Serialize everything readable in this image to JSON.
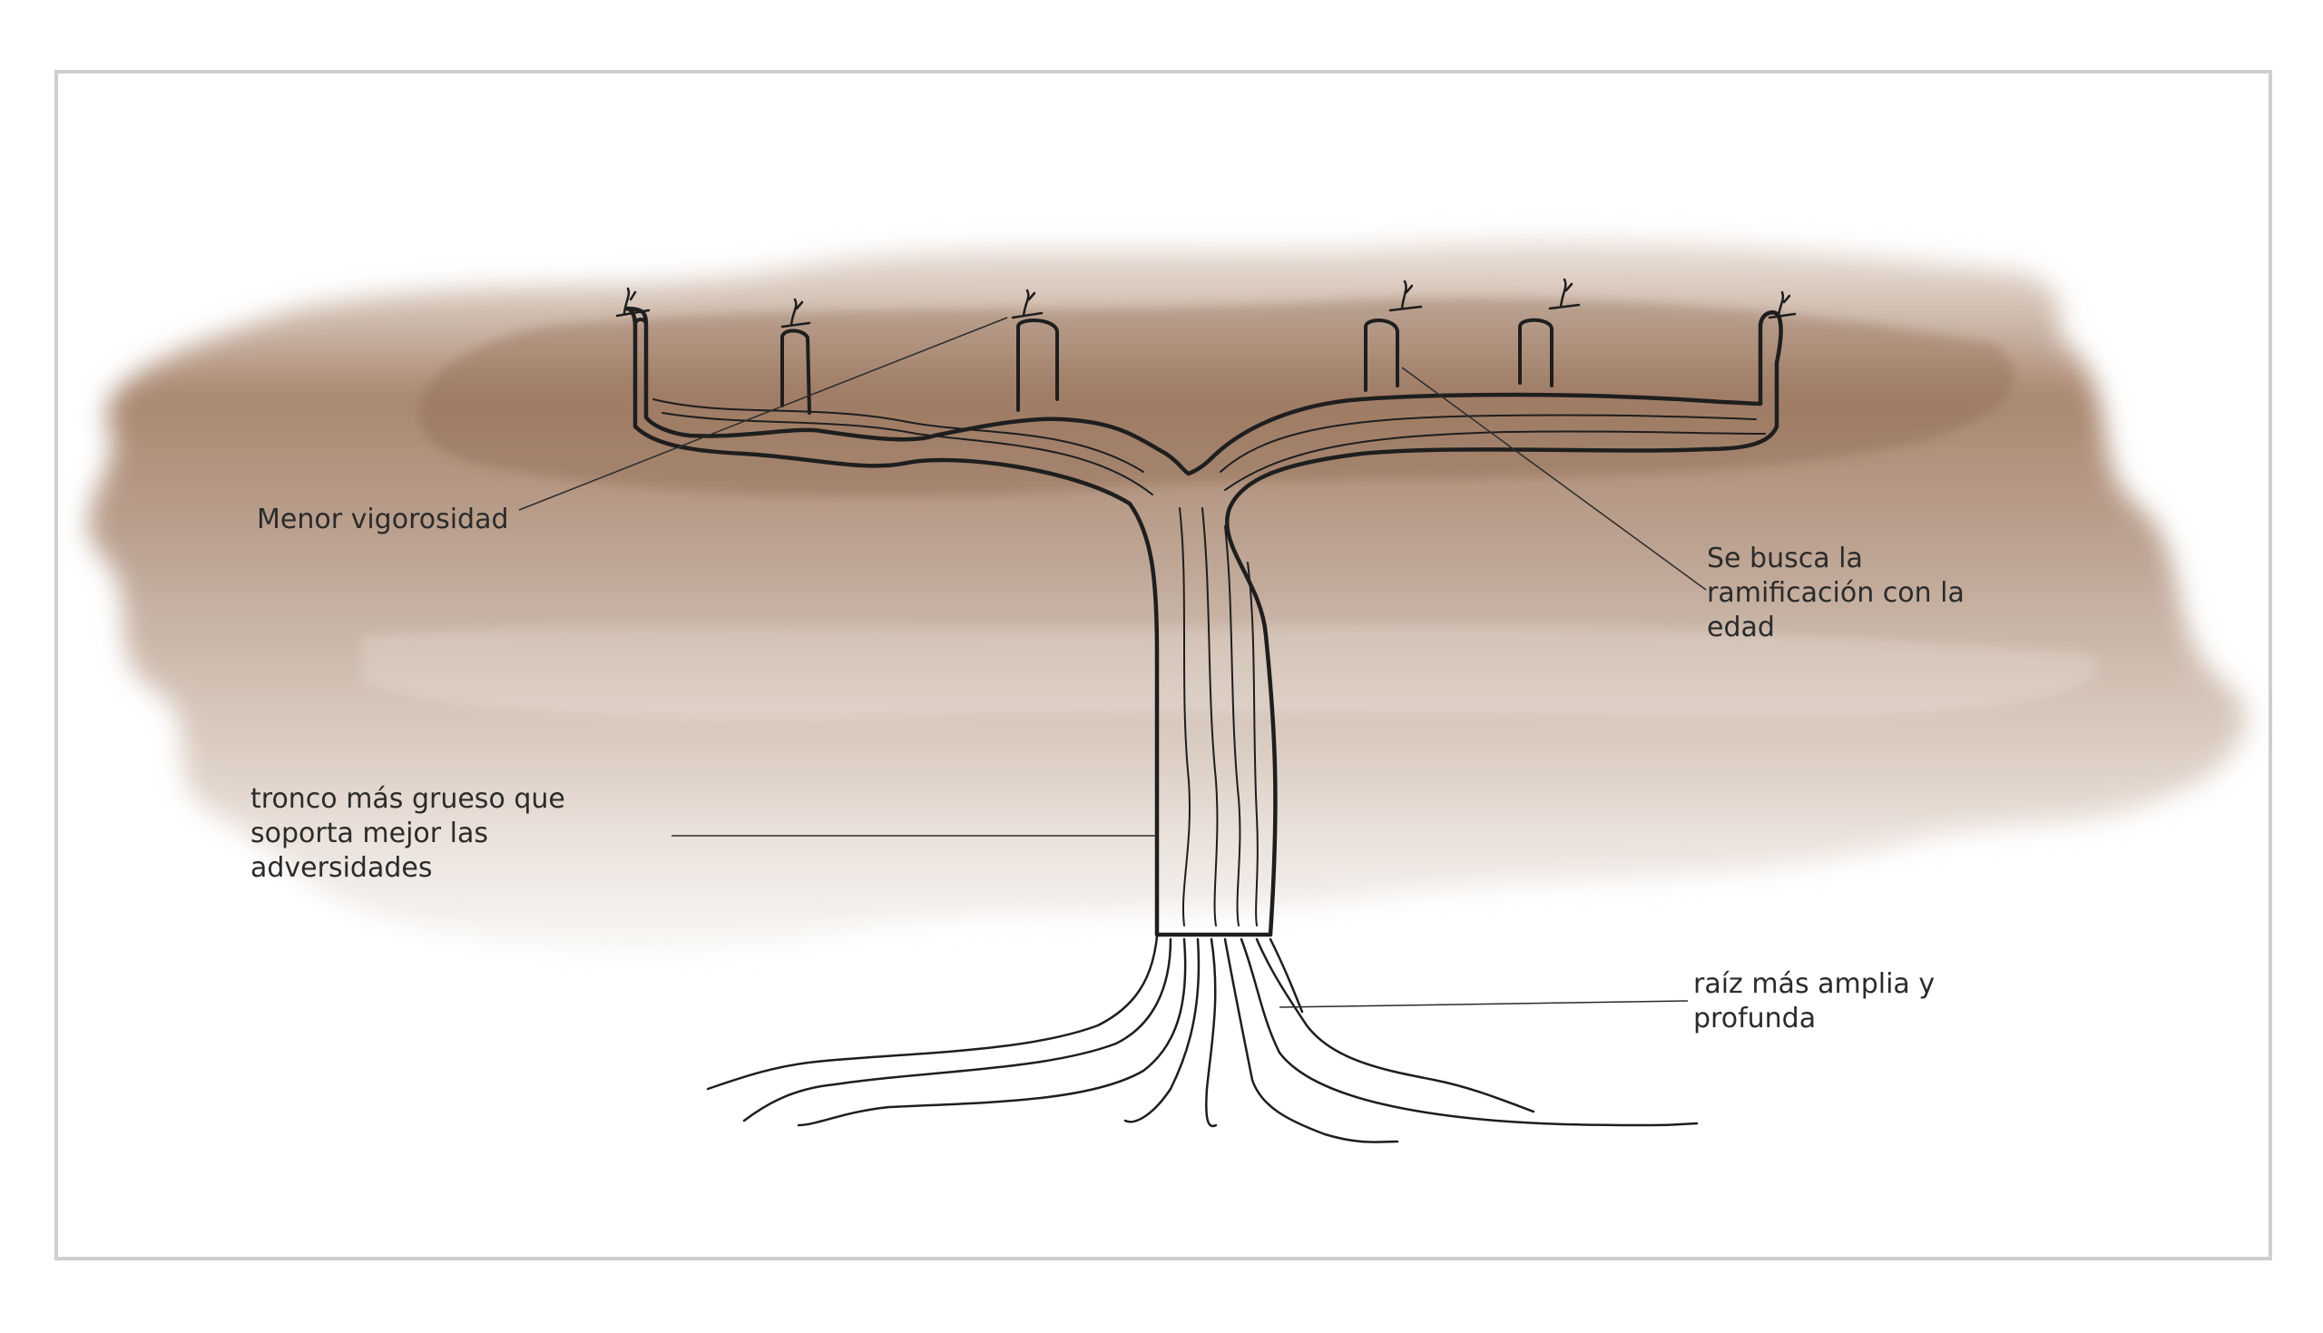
{
  "diagram": {
    "labels": {
      "vigor": [
        "Menor vigorosidad"
      ],
      "ramification": [
        "Se busca la",
        "ramificación con la",
        "edad"
      ],
      "trunk": [
        "tronco más grueso que",
        "soporta mejor las",
        "adversidades"
      ],
      "roots": [
        "raíz más amplia y",
        "profunda"
      ]
    },
    "colors": {
      "frame": "#cfcfcf",
      "wash_dark": "#8d6a52",
      "wash_light": "#d9cbc0",
      "ink": "#1e1e1e",
      "text": "#2b2b2b"
    },
    "icons": [
      "grapevine-trunk-icon",
      "bud-icon",
      "root-icon"
    ]
  }
}
